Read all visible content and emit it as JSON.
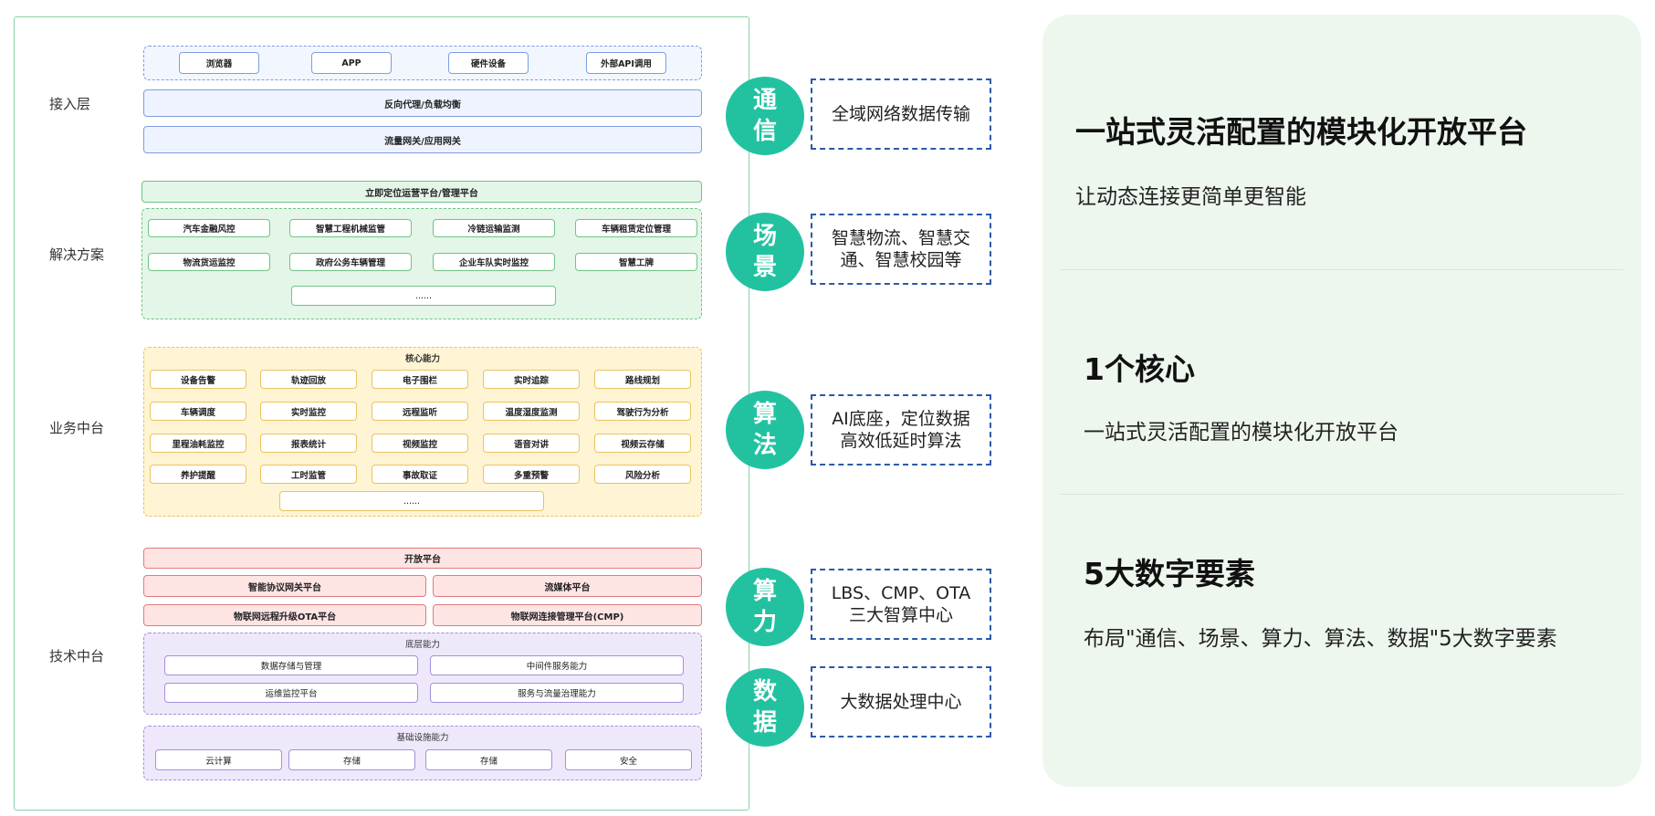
{
  "layers": {
    "access": "接入层",
    "solution": "解决方案",
    "business": "业务中台",
    "tech": "技术中台"
  },
  "access_layer": {
    "clients": [
      "浏览器",
      "APP",
      "硬件设备",
      "外部API调用"
    ],
    "proxy": "反向代理/负载均衡",
    "gateway": "流量网关/应用网关"
  },
  "solution_layer": {
    "platform": "立即定位运营平台/管理平台",
    "items": [
      "汽车金融风控",
      "智慧工程机械监管",
      "冷链运输监测",
      "车辆租赁定位管理",
      "物流货运监控",
      "政府公务车辆管理",
      "企业车队实时监控",
      "智慧工牌"
    ],
    "more": "......"
  },
  "business_layer": {
    "title": "核心能力",
    "items": [
      "设备告警",
      "轨迹回放",
      "电子围栏",
      "实时追踪",
      "路线规划",
      "车辆调度",
      "实时监控",
      "远程监听",
      "温度湿度监测",
      "驾驶行为分析",
      "里程油耗监控",
      "报表统计",
      "视频监控",
      "语音对讲",
      "视频云存储",
      "养护提醒",
      "工时监管",
      "事故取证",
      "多重预警",
      "风险分析"
    ],
    "more": "......"
  },
  "tech_layer": {
    "open_platform": "开放平台",
    "smart_gateway": "智能协议网关平台",
    "streaming": "流媒体平台",
    "ota": "物联网远程升级OTA平台",
    "cmp": "物联网连接管理平台(CMP)",
    "base_title": "底层能力",
    "base_items": [
      "数据存储与管理",
      "中间件服务能力",
      "运维监控平台",
      "服务与流量治理能力"
    ],
    "infra_title": "基础设施能力",
    "infra_items": [
      "云计算",
      "存储",
      "存储",
      "安全"
    ]
  },
  "elements": [
    {
      "char1": "通",
      "char2": "信",
      "desc": "全域网络数据传输"
    },
    {
      "char1": "场",
      "char2": "景",
      "desc_line1": "智慧物流、智慧交",
      "desc_line2": "通、智慧校园等"
    },
    {
      "char1": "算",
      "char2": "法",
      "desc_line1": "AI底座，定位数据",
      "desc_line2": "高效低延时算法"
    },
    {
      "char1": "算",
      "char2": "力",
      "desc_line1": "LBS、CMP、OTA",
      "desc_line2": "三大智算中心"
    },
    {
      "char1": "数",
      "char2": "据",
      "desc": "大数据处理中心"
    }
  ],
  "panel": {
    "title1": "一站式灵活配置的模块化开放平台",
    "sub1": "让动态连接更简单更智能",
    "title2": "1个核心",
    "sub2": "一站式灵活配置的模块化开放平台",
    "title3": "5大数字要素",
    "sub3": "布局\"通信、场景、算力、算法、数据\"5大数字要素"
  },
  "colors": {
    "accent": "#22c2a1",
    "panel_bg": "#eef7ee",
    "desc_border": "#2a5aa8"
  }
}
